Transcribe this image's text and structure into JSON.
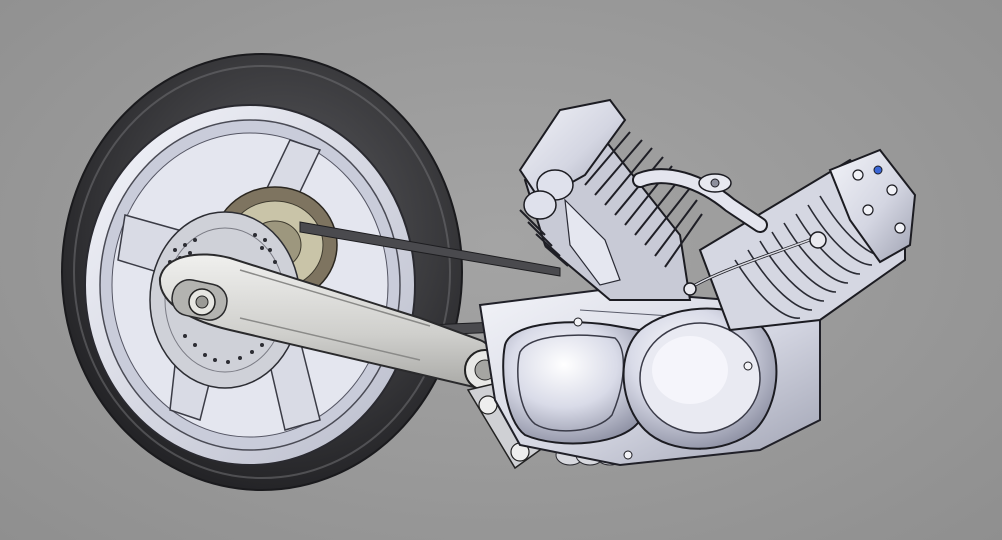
{
  "scene": {
    "subject": "cad-render-motorcycle-powertrain",
    "colors": {
      "background": "#9a9a9a",
      "tire": "#3a3a3c",
      "rim": "#dfe2ec",
      "metal": "#d8dae6",
      "shadow": "#6f7180",
      "edge": "#1c1c22",
      "accent": "#3a66d6"
    },
    "parts": [
      "rear-tire",
      "rear-wheel-rim",
      "brake-rotor",
      "drive-sprocket",
      "swingarm",
      "drive-belt",
      "engine-crankcase",
      "primary-cover",
      "front-cylinder",
      "rear-cylinder",
      "cooling-fins",
      "exhaust-pipe",
      "rocker-cover",
      "shock-linkage"
    ]
  }
}
